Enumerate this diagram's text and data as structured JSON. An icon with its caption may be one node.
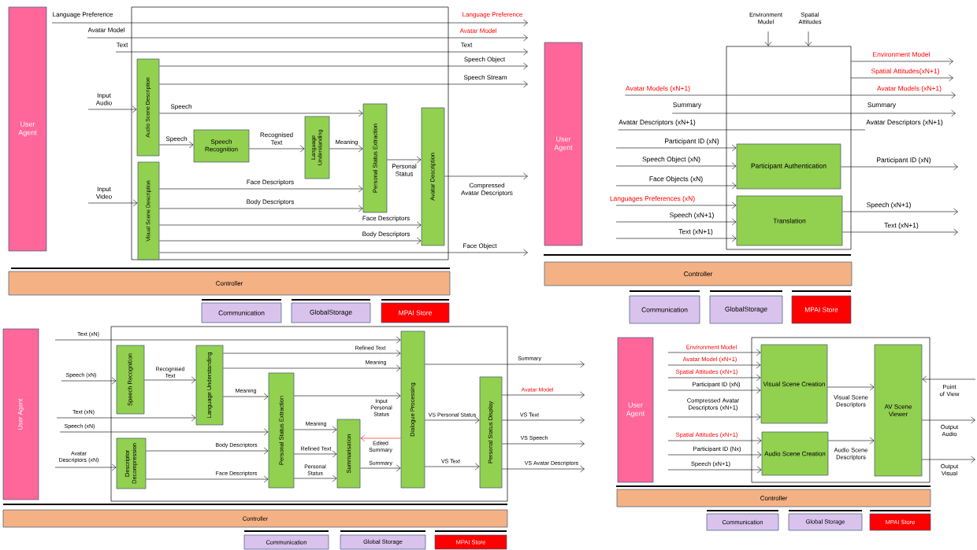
{
  "diagram": {
    "nodes": [
      {
        "text": [
          "User Agent"
        ]
      },
      {
        "text": [],
        "shape": "box"
      },
      {
        "text": [
          "Audio Scene Description"
        ],
        "in": 1
      },
      {
        "text": [
          "Visual Scene Description"
        ],
        "in": 1
      },
      {
        "text": [
          "Speech Recognition"
        ],
        "in": 1
      },
      {
        "text": [
          "Language Understanding"
        ],
        "in": 1
      },
      {
        "text": [
          "Personal Status Extraction"
        ],
        "in": 1
      },
      {
        "text": [
          "Avatar Description"
        ],
        "in": 1
      },
      {
        "text": [
          "Controller"
        ]
      },
      {
        "text": [
          "Communication"
        ]
      },
      {
        "text": [
          "GlobalStorage"
        ]
      },
      {
        "text": [
          "MPAI Store"
        ]
      },
      {
        "text": [
          "User Agent"
        ]
      },
      {
        "text": [],
        "shape": "box"
      },
      {
        "text": [
          "Participant Authentication"
        ],
        "in": 13
      },
      {
        "text": [
          "Translation"
        ],
        "in": 13
      },
      {
        "text": [
          "Controller"
        ]
      },
      {
        "text": [
          "Communication"
        ]
      },
      {
        "text": [
          "GlobalStorage"
        ]
      },
      {
        "text": [
          "MPAI Store"
        ]
      },
      {
        "text": [
          "User Agent"
        ]
      },
      {
        "text": [],
        "shape": "box"
      },
      {
        "text": [
          "Speech Recognition"
        ],
        "in": 21
      },
      {
        "text": [
          "Language Understanding"
        ],
        "in": 21
      },
      {
        "text": [
          "Descriptor Decompression"
        ],
        "in": 21
      },
      {
        "text": [
          "Personal Status Extraction"
        ],
        "in": 21
      },
      {
        "text": [
          "Summarisation"
        ],
        "in": 21
      },
      {
        "text": [
          "Dialogue Processing"
        ],
        "in": 21
      },
      {
        "text": [
          "Personal Status Display"
        ],
        "in": 21
      },
      {
        "text": [
          "Controller"
        ]
      },
      {
        "text": [
          "Communication"
        ]
      },
      {
        "text": [
          "Global Storage"
        ]
      },
      {
        "text": [
          "MPAI Store"
        ]
      },
      {
        "text": [
          "User Agent"
        ]
      },
      {
        "text": [],
        "shape": "box"
      },
      {
        "text": [
          "Visual Scene Creation"
        ],
        "in": 34
      },
      {
        "text": [
          "Audio Scene Creation"
        ],
        "in": 34
      },
      {
        "text": [
          "AV Scene Viewer"
        ],
        "in": 34
      },
      {
        "text": [
          "Controller"
        ]
      },
      {
        "text": [
          "Communication"
        ]
      },
      {
        "text": [
          "Global Storage"
        ]
      },
      {
        "text": [
          "MPAI Store"
        ]
      },
      {
        "text": [
          "Language Preference"
        ]
      },
      {
        "text": [
          "Avatar Model"
        ]
      },
      {
        "text": [
          "Text"
        ]
      },
      {
        "text": [
          "Avatar Models (xN+1)"
        ]
      },
      {
        "text": [
          "Summary"
        ]
      },
      {
        "text": [
          "Avatar Descriptors (xN+1)"
        ]
      }
    ],
    "edges": [
      {
        "from": null,
        "to": 2,
        "arrow": "to",
        "label": "Input Audio"
      },
      {
        "from": null,
        "to": 3,
        "arrow": "to",
        "label": "Input Video"
      },
      {
        "from": 2,
        "to": null,
        "arrow": "to",
        "label": "Speech Object"
      },
      {
        "from": 2,
        "to": null,
        "arrow": "to",
        "label": "Speech Stream"
      },
      {
        "from": 2,
        "to": 6,
        "arrow": "to",
        "label": "Speech"
      },
      {
        "from": 2,
        "to": 4,
        "arrow": "to",
        "label": "Speech"
      },
      {
        "from": 4,
        "to": 5,
        "arrow": "to",
        "label": "Recognised Text"
      },
      {
        "from": 5,
        "to": 6,
        "arrow": "to",
        "label": "Meaning"
      },
      {
        "from": 6,
        "to": 7,
        "arrow": "to",
        "label": "Personal Status"
      },
      {
        "from": 7,
        "to": null,
        "arrow": "to",
        "label": "Compressed Avatar Descriptors"
      },
      {
        "from": 3,
        "to": 6,
        "arrow": "to",
        "label": "Face Descriptors"
      },
      {
        "from": 3,
        "to": 6,
        "arrow": "to",
        "label": "Body Descriptors"
      },
      {
        "from": 3,
        "to": 7,
        "arrow": "to",
        "label": "Face Descriptors"
      },
      {
        "from": 3,
        "to": 7,
        "arrow": "to",
        "label": "Body Descriptors"
      },
      {
        "from": 3,
        "to": null,
        "arrow": "to",
        "label": "Face Object"
      },
      {
        "from": null,
        "to": 13,
        "arrow": "to",
        "label": "Environment Model"
      },
      {
        "from": null,
        "to": 13,
        "arrow": "to",
        "label": "Spatial Attitudes"
      },
      {
        "from": 13,
        "to": null,
        "arrow": "to",
        "label": "Environment Model"
      },
      {
        "from": 13,
        "to": null,
        "arrow": "to",
        "label": "Spatial Attitudes(xN+1)"
      },
      {
        "from": null,
        "to": 14,
        "arrow": "to",
        "label": "Participant ID (xN)"
      },
      {
        "from": null,
        "to": 14,
        "arrow": "to",
        "label": "Speech Object (xN)"
      },
      {
        "from": null,
        "to": 14,
        "arrow": "to",
        "label": "Face Objects (xN)"
      },
      {
        "from": null,
        "to": 15,
        "arrow": "to",
        "label": "Languages Preferences (xN)"
      },
      {
        "from": null,
        "to": 15,
        "arrow": "to",
        "label": "Speech (xN+1)"
      },
      {
        "from": null,
        "to": 15,
        "arrow": "to",
        "label": "Text (xN+1)"
      },
      {
        "from": 14,
        "to": null,
        "arrow": "to",
        "label": "Participant ID (xN)"
      },
      {
        "from": 15,
        "to": null,
        "arrow": "to",
        "label": "Speech (xN+1)"
      },
      {
        "from": 15,
        "to": null,
        "arrow": "to",
        "label": "Text (xN+1)"
      },
      {
        "from": null,
        "to": 27,
        "arrow": "to",
        "label": "Text (xN)"
      },
      {
        "from": null,
        "to": 22,
        "arrow": "to",
        "label": "Speech (xN)"
      },
      {
        "from": 22,
        "to": 23,
        "arrow": "to",
        "label": "Recognised Text"
      },
      {
        "from": null,
        "to": 23,
        "arrow": "to",
        "label": "Text (xN)"
      },
      {
        "from": null,
        "to": 25,
        "arrow": "to",
        "label": "Speech (xN)"
      },
      {
        "from": null,
        "to": 24,
        "arrow": "to",
        "label": "Avatar Descriptors (xN)"
      },
      {
        "from": 24,
        "to": 25,
        "arrow": "to",
        "label": "Body Descriptors"
      },
      {
        "from": 24,
        "to": 25,
        "arrow": "to",
        "label": "Face Descriptors"
      },
      {
        "from": 23,
        "to": 27,
        "arrow": "to",
        "label": "Refined Text"
      },
      {
        "from": 23,
        "to": 27,
        "arrow": "to",
        "label": "Meaning"
      },
      {
        "from": 23,
        "to": 25,
        "arrow": "to",
        "label": "Meaning"
      },
      {
        "from": 25,
        "to": 27,
        "arrow": "to",
        "label": "Input Personal Status"
      },
      {
        "from": 25,
        "to": 26,
        "arrow": "to",
        "label": "Meaning"
      },
      {
        "from": 25,
        "to": 26,
        "arrow": "to",
        "label": "Refined Text"
      },
      {
        "from": 25,
        "to": 26,
        "arrow": "to",
        "label": "Personal Status"
      },
      {
        "from": 27,
        "to": 26,
        "arrow": "to",
        "label": "Edited Summary",
        "color": "#ff0000"
      },
      {
        "from": 26,
        "to": 27,
        "arrow": "to",
        "label": "Summary"
      },
      {
        "from": 27,
        "to": 28,
        "arrow": "to",
        "label": "VS Personal Status"
      },
      {
        "from": 27,
        "to": 28,
        "arrow": "to",
        "label": "VS Text"
      },
      {
        "from": 27,
        "to": null,
        "arrow": "to",
        "label": "Summary"
      },
      {
        "from": 28,
        "to": null,
        "arrow": "to",
        "label": "Avatar Model"
      },
      {
        "from": 28,
        "to": null,
        "arrow": "to",
        "label": "VS Text"
      },
      {
        "from": 28,
        "to": null,
        "arrow": "to",
        "label": "VS Speech"
      },
      {
        "from": 28,
        "to": null,
        "arrow": "to",
        "label": "VS Avatar Descriptors"
      },
      {
        "from": null,
        "to": 35,
        "arrow": "to",
        "label": "Environment Model"
      },
      {
        "from": null,
        "to": 35,
        "arrow": "to",
        "label": "Avatar Model (xN+1)"
      },
      {
        "from": null,
        "to": 35,
        "arrow": "to",
        "label": "Spatial Attitudes (xN+1)"
      },
      {
        "from": null,
        "to": 35,
        "arrow": "to",
        "label": "Participant ID (xN)"
      },
      {
        "from": null,
        "to": 35,
        "arrow": "to",
        "label": "Compressed Avatar Descriptors (xN+1)"
      },
      {
        "from": null,
        "to": 36,
        "arrow": "to",
        "label": "Spatial Attitudes (xN+1)"
      },
      {
        "from": null,
        "to": 36,
        "arrow": "to",
        "label": "Participant ID (Nx)"
      },
      {
        "from": null,
        "to": 36,
        "arrow": "to",
        "label": "Speech (xN+1)"
      },
      {
        "from": 35,
        "to": 37,
        "arrow": "to",
        "label": "Visual Scene Descriptors"
      },
      {
        "from": 36,
        "to": 37,
        "arrow": "to",
        "label": "Audio Scene Descriptors"
      },
      {
        "from": null,
        "to": 37,
        "arrow": "to",
        "label": "Point of View"
      },
      {
        "from": 37,
        "to": null,
        "arrow": "to",
        "label": "Output Audio"
      },
      {
        "from": 37,
        "to": null,
        "arrow": "to",
        "label": "Output Visual"
      },
      {
        "from": 42,
        "to": null,
        "arrow": "to",
        "label": "Language Preference"
      },
      {
        "from": 43,
        "to": null,
        "arrow": "to",
        "label": "Avatar Model"
      },
      {
        "from": 44,
        "to": null,
        "arrow": "to",
        "label": "Text"
      },
      {
        "from": 45,
        "to": null,
        "arrow": "to",
        "label": "Avatar Models (xN+1)"
      },
      {
        "from": 46,
        "to": null,
        "arrow": "to",
        "label": "Summary"
      },
      {
        "from": 47,
        "to": null,
        "arrow": "none",
        "label": "Avatar Descriptors (xN+1)"
      }
    ]
  }
}
